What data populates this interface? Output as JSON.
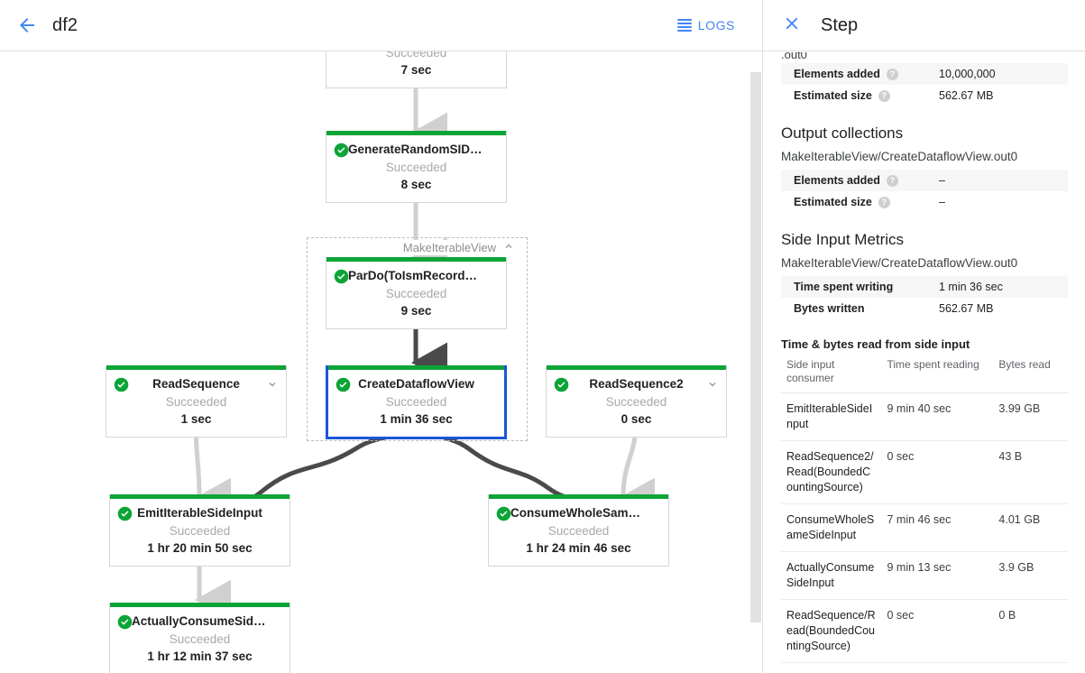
{
  "header": {
    "back_icon": "arrow-back-icon",
    "job_name": "df2",
    "logs_label": "LOGS",
    "logs_icon": "logs-list-icon",
    "accent_color": "#4285f4"
  },
  "graph": {
    "status_label": "Succeeded",
    "success_color": "#0ca437",
    "selected_color": "#1a56d6",
    "group": {
      "label": "MakeIterableView",
      "collapse_icon": "chevron-up-icon"
    },
    "nodes": [
      {
        "id": "partial-top",
        "title": "",
        "status": "Succeeded",
        "time": "7 sec",
        "selected": false,
        "has_chevron": false,
        "partial": true
      },
      {
        "id": "generate-random-si-data",
        "title": "GenerateRandomSIData",
        "status": "Succeeded",
        "time": "8 sec",
        "selected": false,
        "has_chevron": false,
        "partial": false
      },
      {
        "id": "pardo-toismrecordfor",
        "title": "ParDo(ToIsmRecordFor…",
        "status": "Succeeded",
        "time": "9 sec",
        "selected": false,
        "has_chevron": false,
        "partial": false
      },
      {
        "id": "create-dataflow-view",
        "title": "CreateDataflowView",
        "status": "Succeeded",
        "time": "1 min 36 sec",
        "selected": true,
        "has_chevron": false,
        "partial": false
      },
      {
        "id": "read-sequence",
        "title": "ReadSequence",
        "status": "Succeeded",
        "time": "1 sec",
        "selected": false,
        "has_chevron": true,
        "partial": false
      },
      {
        "id": "read-sequence-2",
        "title": "ReadSequence2",
        "status": "Succeeded",
        "time": "0 sec",
        "selected": false,
        "has_chevron": true,
        "partial": false
      },
      {
        "id": "emit-iterable-side-input",
        "title": "EmitIterableSideInput",
        "status": "Succeeded",
        "time": "1 hr 20 min 50 sec",
        "selected": false,
        "has_chevron": false,
        "partial": false
      },
      {
        "id": "consume-whole-same-side-input",
        "title": "ConsumeWholeSameSi…",
        "status": "Succeeded",
        "time": "1 hr 24 min 46 sec",
        "selected": false,
        "has_chevron": false,
        "partial": false
      },
      {
        "id": "actually-consume-side-input",
        "title": "ActuallyConsumeSideI…",
        "status": "Succeeded",
        "time": "1 hr 12 min 37 sec",
        "selected": false,
        "has_chevron": false,
        "partial": false
      }
    ]
  },
  "panel": {
    "close_icon": "close-icon",
    "title": "Step",
    "clipped_text": ".out0",
    "input_metrics": [
      {
        "key": "Elements added",
        "value": "10,000,000",
        "help": "?"
      },
      {
        "key": "Estimated size",
        "value": "562.67 MB",
        "help": "?"
      }
    ],
    "output_collections": {
      "heading": "Output collections",
      "collection": "MakeIterableView/CreateDataflowView.out0",
      "metrics": [
        {
          "key": "Elements added",
          "value": "–",
          "help": "?"
        },
        {
          "key": "Estimated size",
          "value": "–",
          "help": "?"
        }
      ]
    },
    "side_input_metrics": {
      "heading": "Side Input Metrics",
      "collection": "MakeIterableView/CreateDataflowView.out0",
      "metrics": [
        {
          "key": "Time spent writing",
          "value": "1 min 36 sec"
        },
        {
          "key": "Bytes written",
          "value": "562.67 MB"
        }
      ],
      "table_title": "Time & bytes read from side input",
      "columns": [
        "Side input consumer",
        "Time spent reading",
        "Bytes read"
      ],
      "rows": [
        {
          "consumer": "EmitIterableSideInput",
          "time": "9 min 40 sec",
          "bytes": "3.99 GB"
        },
        {
          "consumer": "ReadSequence2/Read(BoundedCountingSource)",
          "time": "0 sec",
          "bytes": "43 B"
        },
        {
          "consumer": "ConsumeWholeSameSideInput",
          "time": "7 min 46 sec",
          "bytes": "4.01 GB"
        },
        {
          "consumer": "ActuallyConsumeSideInput",
          "time": "9 min 13 sec",
          "bytes": "3.9 GB"
        },
        {
          "consumer": "ReadSequence/Read(BoundedCountingSource)",
          "time": "0 sec",
          "bytes": "0 B"
        }
      ]
    }
  }
}
